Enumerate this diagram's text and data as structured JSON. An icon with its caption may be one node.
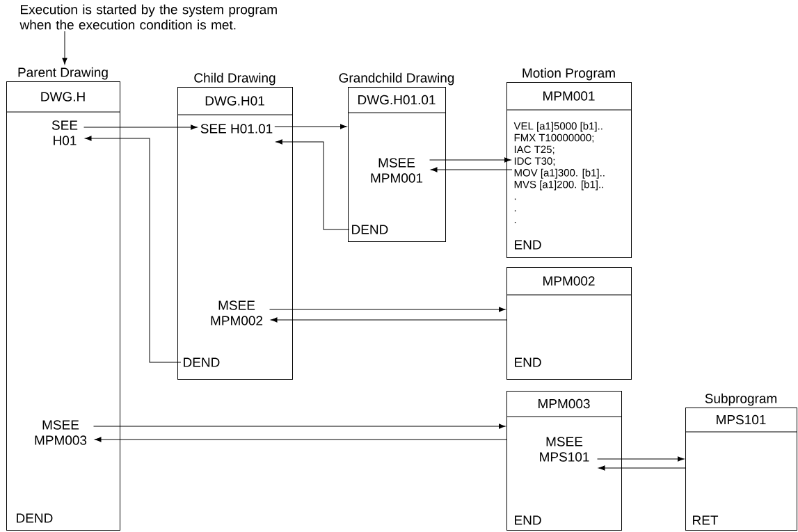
{
  "diagram": {
    "nodes": [
      {
        "text": [
          "Execution is started by the system program when the execution condition is met."
        ]
      },
      {
        "text": [
          "Parent Drawing",
          "DWG.H"
        ]
      },
      {
        "text": [
          "SEE H01"
        ],
        "in": 1
      },
      {
        "text": [
          "MSEE MPM003"
        ],
        "in": 1
      },
      {
        "text": [
          "DEND"
        ],
        "in": 1
      },
      {
        "text": [
          "Child Drawing",
          "DWG.H01"
        ]
      },
      {
        "text": [
          "SEE H01.01"
        ],
        "in": 5
      },
      {
        "text": [
          "MSEE MPM002"
        ],
        "in": 5
      },
      {
        "text": [
          "DEND"
        ],
        "in": 5
      },
      {
        "text": [
          "Grandchild Drawing",
          "DWG.H01.01"
        ]
      },
      {
        "text": [
          "MSEE MPM001"
        ],
        "in": 9
      },
      {
        "text": [
          "DEND"
        ],
        "in": 9
      },
      {
        "text": [
          "Motion Program",
          "MPM001"
        ]
      },
      {
        "text": [
          "VEL [a1]5000 [b1]..",
          "FMX T10000000;",
          "IAC T25;",
          "IDC T30;",
          "MOV [a1]300. [b1]..",
          "MVS [a1]200. [b1]..",
          ".",
          ".",
          "."
        ],
        "in": 12
      },
      {
        "text": [
          "END"
        ],
        "in": 12
      },
      {
        "text": [
          "MPM002"
        ]
      },
      {
        "text": [
          "END"
        ],
        "in": 15
      },
      {
        "text": [
          "MPM003"
        ]
      },
      {
        "text": [
          "MSEE MPS101"
        ],
        "in": 17
      },
      {
        "text": [
          "END"
        ],
        "in": 17
      },
      {
        "text": [
          "Subprogram",
          "MPS101"
        ]
      },
      {
        "text": [
          "RET"
        ],
        "in": 20
      }
    ],
    "edges": [
      {
        "from": 0,
        "to": 1,
        "arrow": "to"
      },
      {
        "from": 2,
        "to": 6,
        "arrow": "to"
      },
      {
        "from": 8,
        "to": 2,
        "arrow": "to"
      },
      {
        "from": 6,
        "to": 9,
        "arrow": "to"
      },
      {
        "from": 11,
        "to": 6,
        "arrow": "to"
      },
      {
        "from": 10,
        "to": 13,
        "arrow": "to"
      },
      {
        "from": 13,
        "to": 10,
        "arrow": "to"
      },
      {
        "from": 7,
        "to": 15,
        "arrow": "to"
      },
      {
        "from": 15,
        "to": 7,
        "arrow": "to"
      },
      {
        "from": 3,
        "to": 17,
        "arrow": "to"
      },
      {
        "from": 17,
        "to": 3,
        "arrow": "to"
      },
      {
        "from": 18,
        "to": 20,
        "arrow": "to"
      },
      {
        "from": 20,
        "to": 18,
        "arrow": "to"
      }
    ]
  }
}
